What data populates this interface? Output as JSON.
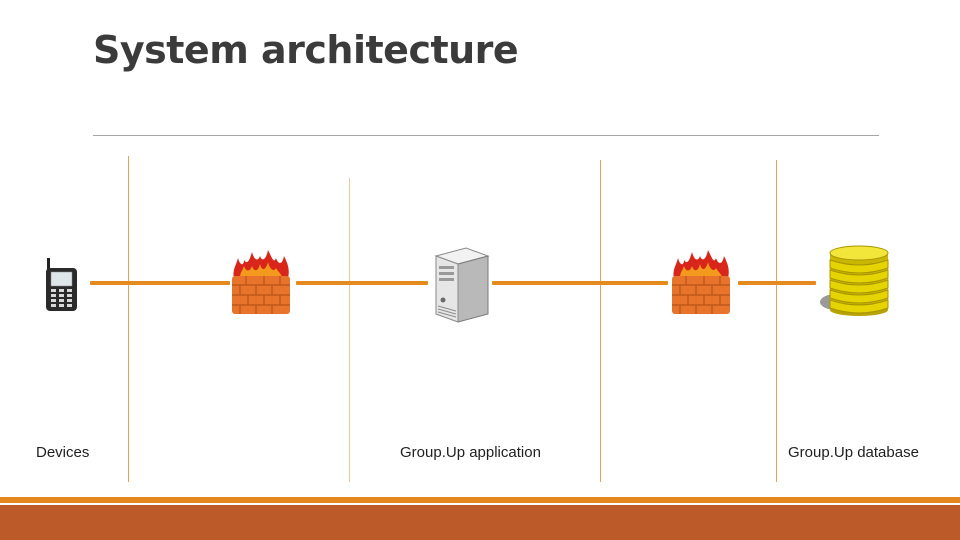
{
  "slide": {
    "title": "System architecture"
  },
  "diagram": {
    "labels": {
      "devices": "Devices",
      "application": "Group.Up application",
      "database": "Group.Up database"
    },
    "icons": [
      "phone-icon",
      "firewall-icon",
      "server-icon",
      "firewall-icon",
      "database-icon"
    ]
  },
  "colors": {
    "connector": "#e58a1f",
    "footer_band": "#bd5a2a",
    "footer_thin": "#e5871f"
  }
}
